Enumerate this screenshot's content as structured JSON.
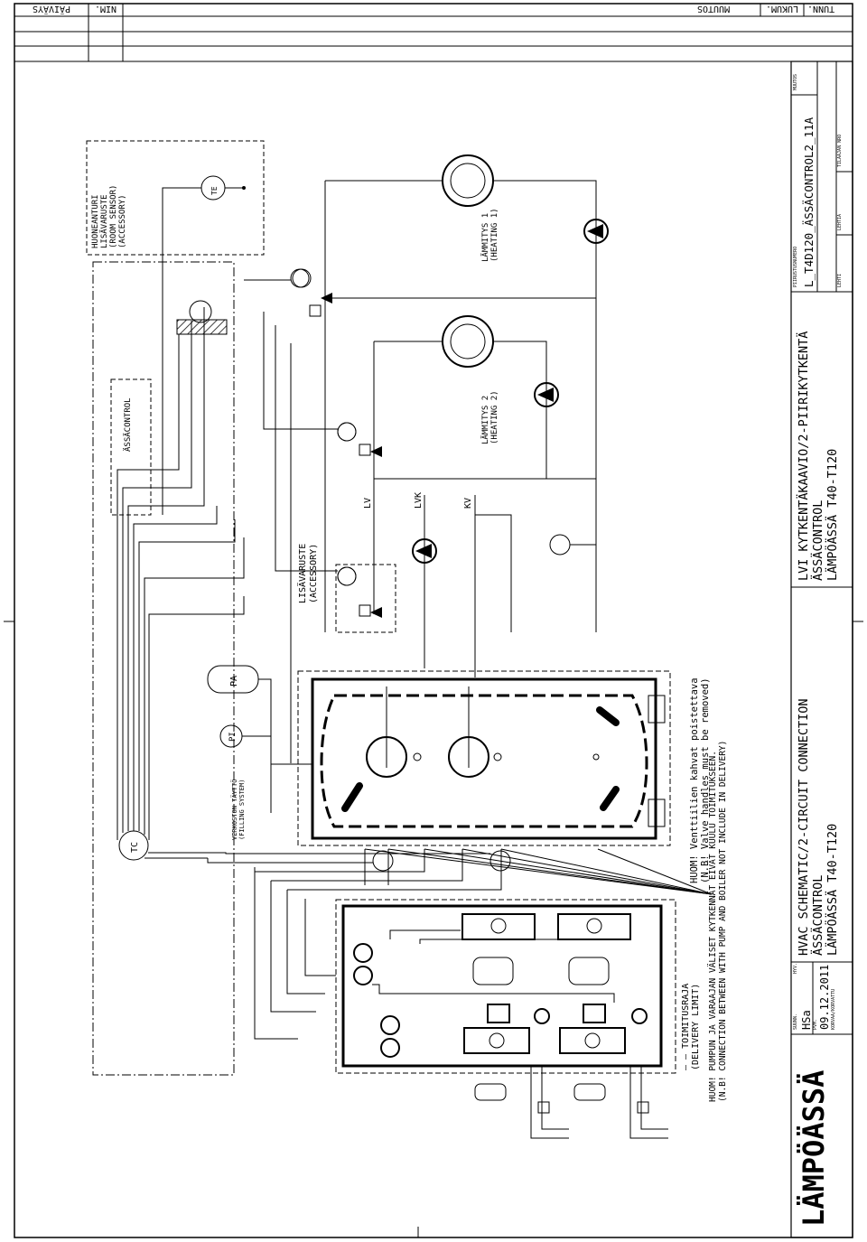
{
  "revision_table": {
    "headers": [
      "TUNN.",
      "LUKUM.",
      "MUUTOS",
      "NIM.",
      "PÄIVÄYS"
    ]
  },
  "title_block": {
    "logo": "LÄMPÖÄSSÄ",
    "drawn_label": "SUUNN.",
    "drawn_by": "HSa",
    "approved_label": "PVM.",
    "approved_by": "HYV.",
    "date": "09.12.2011",
    "replaces_label": "KORVAA/KORVATTU",
    "title_en_1": "HVAC SCHEMATIC/2-CIRCUIT CONNECTION",
    "title_en_2": "ÄSSÄCONTROL",
    "title_en_3": "LÄMPÖÄSSÄ T40-T120",
    "title_fi_1": "LVI KYTKENTÄKAAVIO/2-PIIRIKYTKENTÄ",
    "title_fi_2": "ÄSSÄCONTROL",
    "title_fi_3": "LÄMPÖÄSSÄ T40-T120",
    "drawing_number": "L_T4D120_ÄSSÄCONTROL2_11A",
    "drawing_number_label": "PIIRUSTUSNUMERO",
    "change_label": "MUUTOS",
    "scale_label": "LEHTI",
    "sheets_label": "LEHTIÄ",
    "project_label": "TILAAJAN NRO"
  },
  "labels": {
    "room_sensor": [
      "HUONEANTURI",
      "LISÄVARUSTE",
      "(ROOM SENSOR)",
      "(ACCESSORY)"
    ],
    "tc": "TC",
    "pi": "PI",
    "pa": "PA",
    "te": "TE",
    "tc_box": "ÄSSÄCONTROL",
    "accessory": [
      "LISÄVARUSTE",
      "(ACCESSORY)"
    ],
    "heating_1": [
      "LÄMMITYS 1",
      "(HEATING 1)"
    ],
    "heating_2": [
      "LÄMMITYS 2",
      "(HEATING 2)"
    ],
    "lv": "LV",
    "lvk": "LVK",
    "kv": "KV",
    "expansion": [
      "VERKOSTON TÄYTTÖ",
      "(FILLING SYSTEM)"
    ],
    "note_valves": [
      "HUOM! Venttiilien kahvat poistettava",
      "(N.B! Valve handles must be removed)"
    ],
    "delivery_limit": [
      "— — TOIMITUSRAJA",
      "(DELIVERY LIMIT)"
    ],
    "note_delivery": [
      "HUOM! PUMPUN JA VARAAJAN VÄLISET KYTKENNÄT EIVÄT KUULU TOIMITUKSEEN.",
      "(N.B! CONNECTION BETWEEN WITH PUMP AND BOILER NOT INCLUDE IN DELIVERY)"
    ]
  }
}
